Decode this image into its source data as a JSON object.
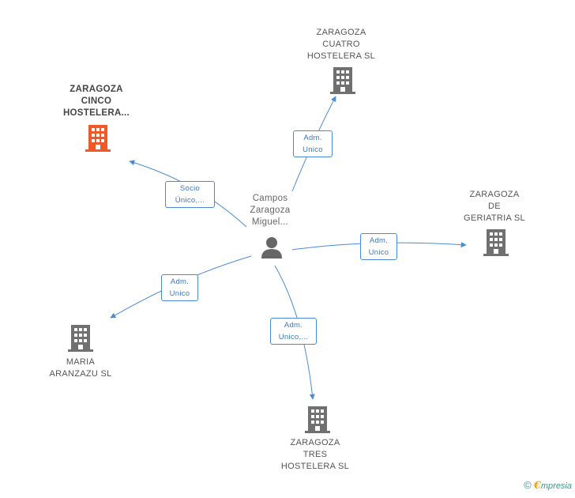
{
  "center": {
    "name": "Campos\nZaragoza\nMiguel...",
    "icon": "person-icon"
  },
  "companies": [
    {
      "id": "cinco",
      "name": "ZARAGOZA\nCINCO\nHOSTELERA...",
      "highlight": true,
      "icon": "building-icon"
    },
    {
      "id": "cuatro",
      "name": "ZARAGOZA\nCUATRO\nHOSTELERA SL",
      "highlight": false,
      "icon": "building-icon"
    },
    {
      "id": "geriatria",
      "name": "ZARAGOZA\nDE\nGERIATRIA SL",
      "highlight": false,
      "icon": "building-icon"
    },
    {
      "id": "maria",
      "name": "MARIA\nARANZAZU SL",
      "highlight": false,
      "icon": "building-icon"
    },
    {
      "id": "tres",
      "name": "ZARAGOZA\nTRES\nHOSTELERA SL",
      "highlight": false,
      "icon": "building-icon"
    }
  ],
  "relations": [
    {
      "target": "cinco",
      "label": "Socio\nÚnico,..."
    },
    {
      "target": "cuatro",
      "label": "Adm.\nUnico"
    },
    {
      "target": "geriatria",
      "label": "Adm.\nUnico"
    },
    {
      "target": "maria",
      "label": "Adm.\nUnico"
    },
    {
      "target": "tres",
      "label": "Adm.\nUnico,..."
    }
  ],
  "footer": {
    "copyright": "©",
    "brand_initial": "€",
    "brand_rest": "mpresia"
  },
  "colors": {
    "edge": "#4a8bd6",
    "building": "#707070",
    "highlight": "#f05a28",
    "person": "#666666"
  }
}
